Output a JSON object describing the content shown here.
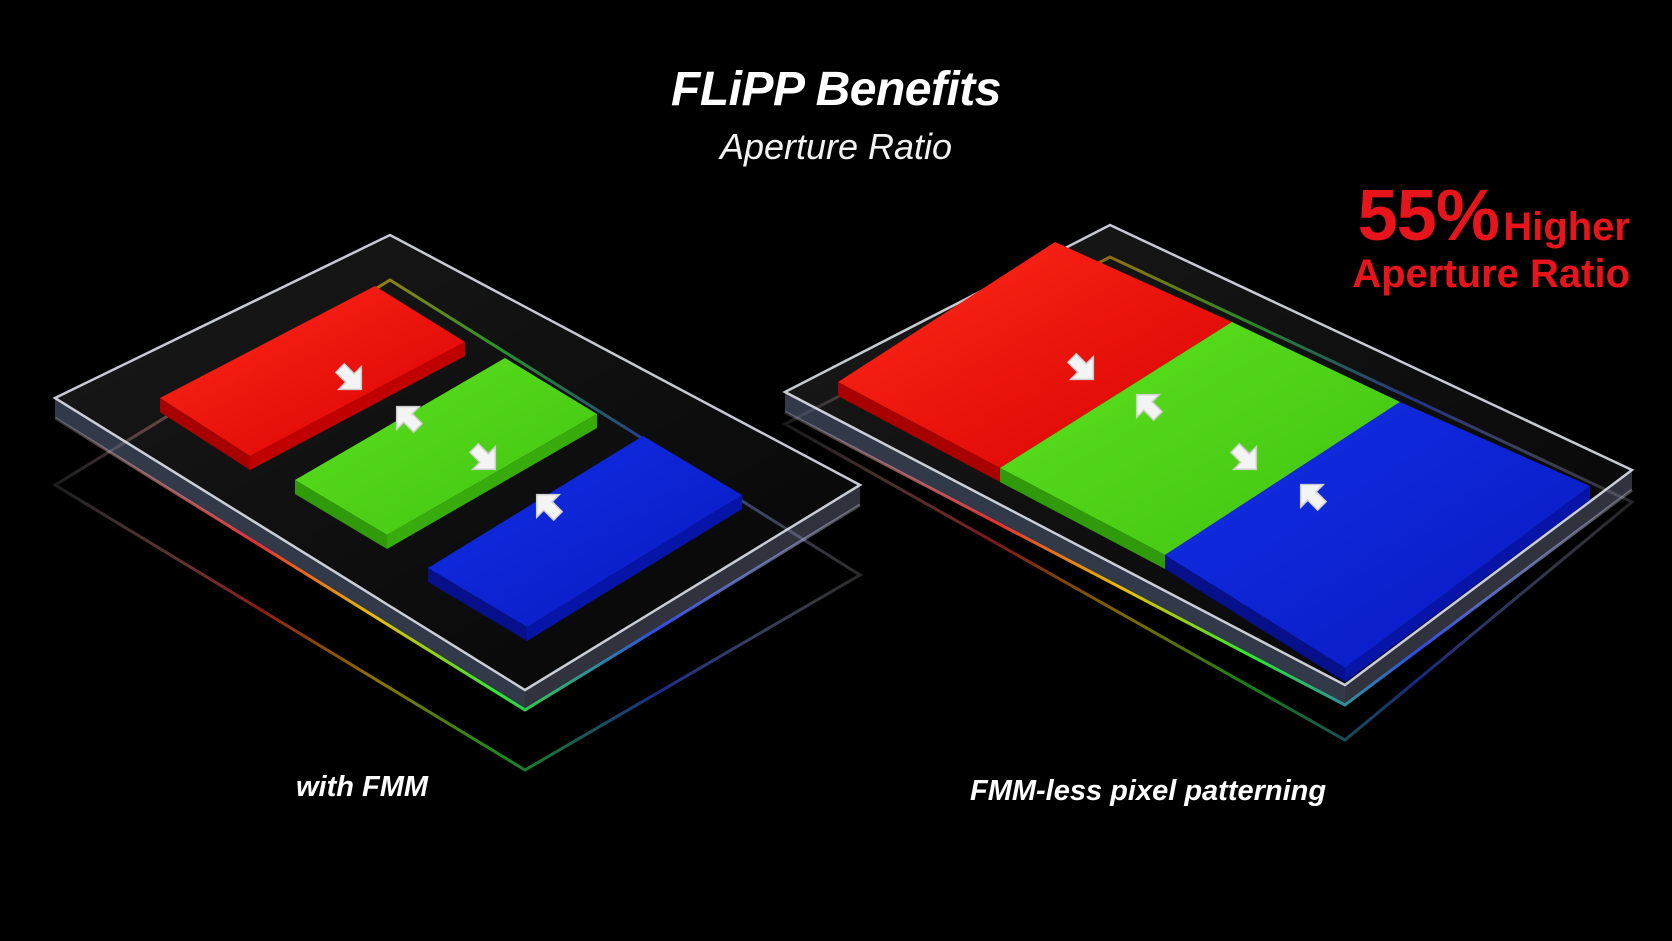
{
  "title": "FLiPP Benefits",
  "subtitle": "Aperture Ratio",
  "callout": {
    "percent": "55%",
    "word": "Higher",
    "line2": "Aperture Ratio",
    "color": "#e8141c"
  },
  "panels": [
    {
      "caption": "with FMM",
      "subpixels": [
        "red",
        "green",
        "blue"
      ]
    },
    {
      "caption": "FMM-less pixel patterning",
      "subpixels": [
        "red",
        "green",
        "blue"
      ]
    }
  ],
  "colors": {
    "red": "#e60a0a",
    "green": "#4ccf18",
    "blue": "#0b1fd6",
    "background": "#000000"
  },
  "icons": [
    "arrow-icon"
  ]
}
